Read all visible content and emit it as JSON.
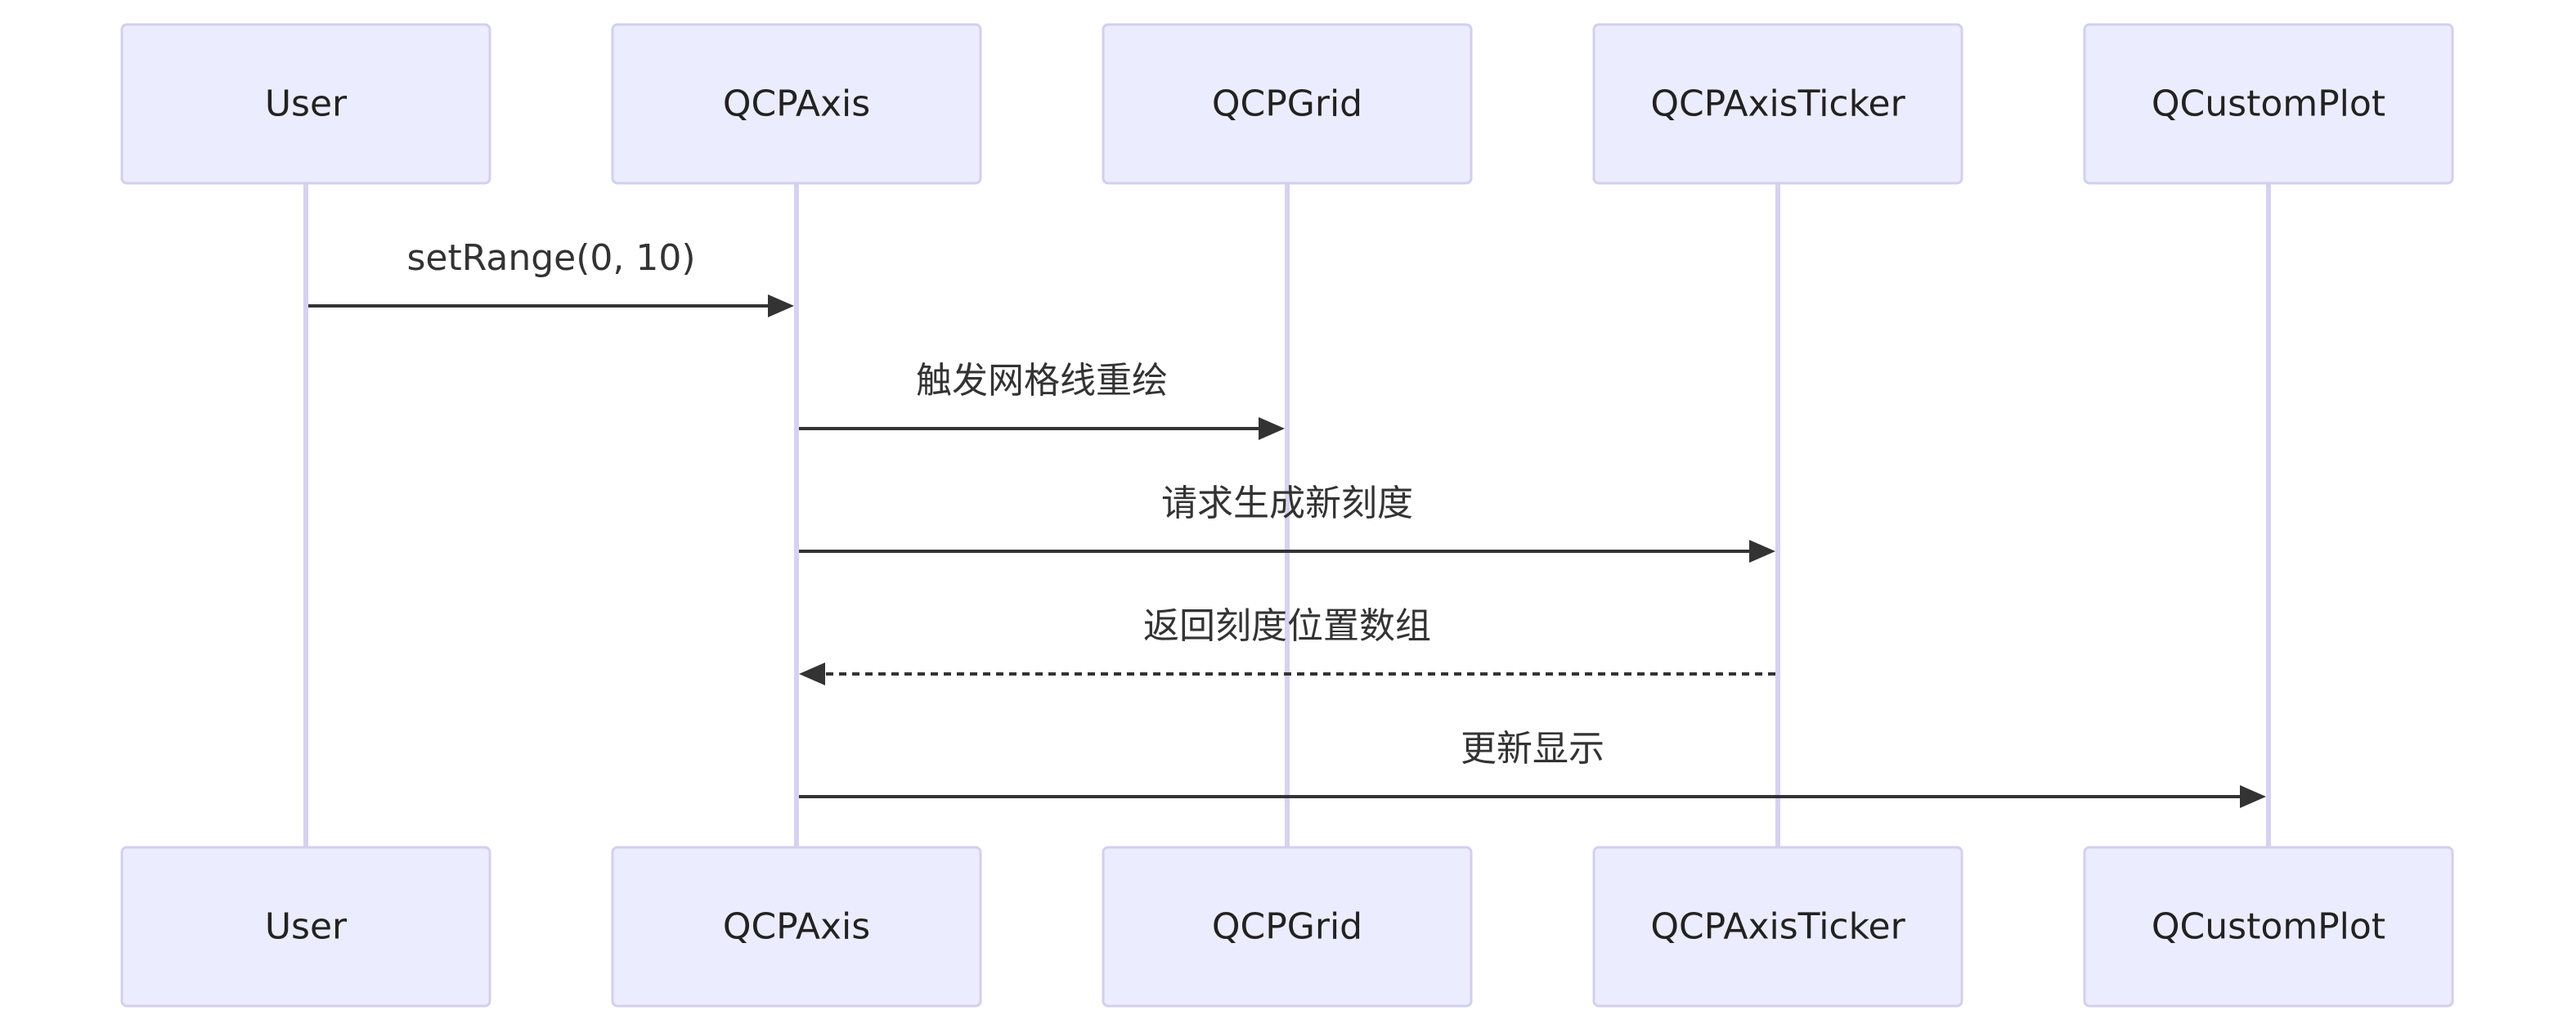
{
  "diagram": {
    "type": "sequence",
    "participants": [
      {
        "id": "user",
        "label": "User"
      },
      {
        "id": "qcpaxis",
        "label": "QCPAxis"
      },
      {
        "id": "qcpgrid",
        "label": "QCPGrid"
      },
      {
        "id": "qcpaxisticker",
        "label": "QCPAxisTicker"
      },
      {
        "id": "qcustomplot",
        "label": "QCustomPlot"
      }
    ],
    "messages": [
      {
        "from": "user",
        "to": "qcpaxis",
        "label": "setRange(0, 10)",
        "style": "solid"
      },
      {
        "from": "qcpaxis",
        "to": "qcpgrid",
        "label": "触发网格线重绘",
        "style": "solid"
      },
      {
        "from": "qcpaxis",
        "to": "qcpaxisticker",
        "label": "请求生成新刻度",
        "style": "solid"
      },
      {
        "from": "qcpaxisticker",
        "to": "qcpaxis",
        "label": "返回刻度位置数组",
        "style": "dashed"
      },
      {
        "from": "qcpaxis",
        "to": "qcustomplot",
        "label": "更新显示",
        "style": "solid"
      }
    ],
    "colors": {
      "actor_fill": "#ececff",
      "actor_border": "#d3cfee",
      "lifeline": "#d6d2f0",
      "message": "#333333",
      "text": "#222222"
    }
  }
}
